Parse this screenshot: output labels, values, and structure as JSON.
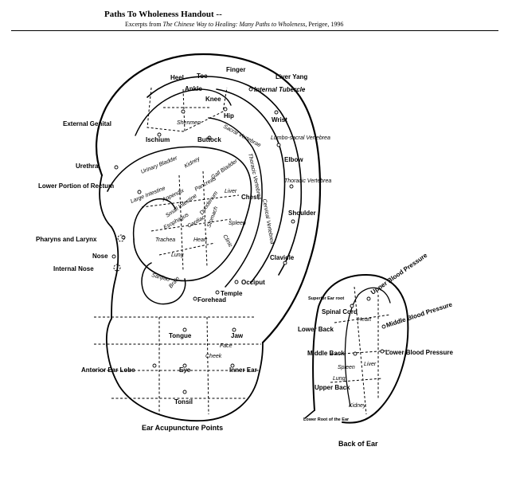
{
  "header": {
    "title": "Paths To Wholeness Handout --",
    "subtitle_prefix": "Excerpts from ",
    "subtitle_book": "The Chinese Way to Healing: Many Paths to Wholeness",
    "subtitle_suffix": ", Perigee, 1996"
  },
  "ear_labels": {
    "finger": "Finger",
    "liver_yang": "Liver Yang",
    "heel": "Heel",
    "toe": "Toe",
    "internal_tubercle": "Internal Tubercle",
    "ankle": "Ankle",
    "knee": "Knee",
    "external_genital": "External Genital",
    "hip": "Hip",
    "wrist": "Wrist",
    "shenmen": "Shenmen",
    "sacral_vertebrae": "Sacral Vertebrae",
    "lumbo_sacral_vertebrea": "Lumbo-sacral Vertebrea",
    "ischium": "Ischium",
    "buttock": "Buttock",
    "urethra": "Urethra",
    "elbow": "Elbow",
    "urinary_bladder": "Urinary Bladder",
    "kidney": "Kidney",
    "gall_bladder": "Gall Bladder",
    "thoracic_vertebrea_ridge": "Thoracic Vertebrea",
    "thoracic_vertebrea": "Thoracic Vertebrea",
    "lower_portion_of_rectum": "Lower Portion of Rectum",
    "large_intestine": "Large Intestine",
    "appendix": "Appendix",
    "pancreas": "Pancreas",
    "small_intestine": "Small Intestine",
    "duodenum": "Duodenum",
    "liver": "Liver",
    "chest": "Chest",
    "esophagus": "Esophagus",
    "cardiac": "Cardiac",
    "stomach": "Stomach",
    "spleen": "Spleen",
    "cervical_vertebrea": "Cervical Vertebrea",
    "shoulder": "Shoulder",
    "pharynx_and_larynx": "Pharyns and Larynx",
    "trachea": "Trachea",
    "heart": "Heart",
    "clinic": "Clinic",
    "nose": "Nose",
    "lung": "Lung",
    "clavicle": "Clavicle",
    "internal_nose": "Internal Nose",
    "sanjiao": "Sanjiao",
    "brain": "Brain",
    "occiput": "Occiput",
    "temple": "Temple",
    "forehead": "Forehead",
    "tongue": "Tongue",
    "jaw": "Jaw",
    "face": "Face",
    "cheek": "Cheek",
    "anterior_ear_lobe": "Anterior Ear Lobe",
    "eye": "Eye",
    "inner_ear": "Inner Ear",
    "tonsil": "Tonsil",
    "caption": "Ear Acupuncture Points"
  },
  "back_labels": {
    "superior_ear_root": "Superior Ear root",
    "spinal_cord": "Spinal Cord",
    "upper_blood_pressure": "Upper Blood Pressure",
    "heart": "Heart",
    "lower_back_1": "Lower Back",
    "middle_blood_pressure": "Middle Blood Pressure",
    "middle_back": "Middle Back",
    "lower_blood_pressure": "Lower Blood Pressure",
    "spleen": "Spleen",
    "liver": "Liver",
    "lung": "Lung",
    "upper_back": "Upper Back",
    "kidney": "Kidney",
    "lower_root_of_the_ear": "Lower Root of the Ear",
    "caption": "Back of Ear"
  }
}
